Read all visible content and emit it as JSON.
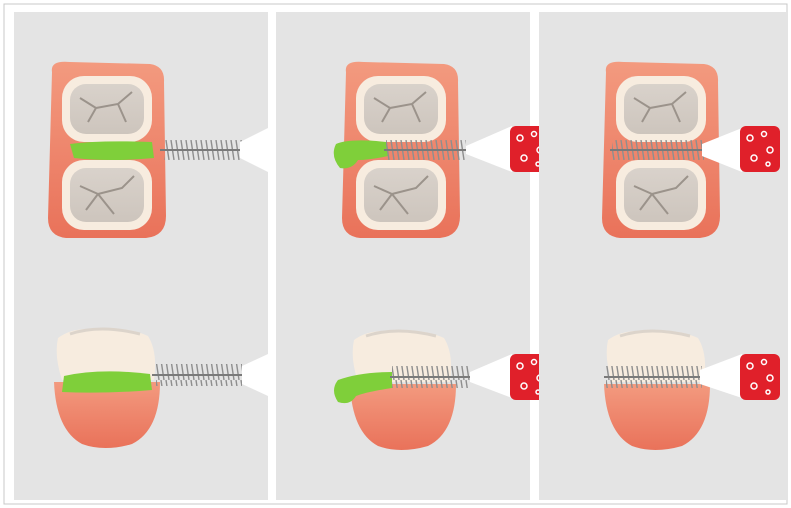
{
  "figure": {
    "panels": [
      {
        "id": "step-1",
        "plaque": "visible",
        "brush_handle": "not-shown",
        "brush_position": "outside-gap"
      },
      {
        "id": "step-2",
        "plaque": "being-pushed-out",
        "brush_handle": "red-dotted",
        "brush_position": "entering-gap"
      },
      {
        "id": "step-3",
        "plaque": "removed",
        "brush_handle": "red-dotted",
        "brush_position": "through-gap"
      }
    ],
    "views": [
      "top-view",
      "side-view"
    ],
    "colors": {
      "panel_background": "#e4e4e4",
      "gum": "#f08a70",
      "tooth_enamel": "#f7ecdf",
      "tooth_crown_top": "#ddd6cf",
      "plaque": "#7fcf3a",
      "bristles": "#9a9a9a",
      "brush_tip": "#ffffff",
      "handle": "#e0202a",
      "handle_dots": "#ffffff"
    }
  }
}
